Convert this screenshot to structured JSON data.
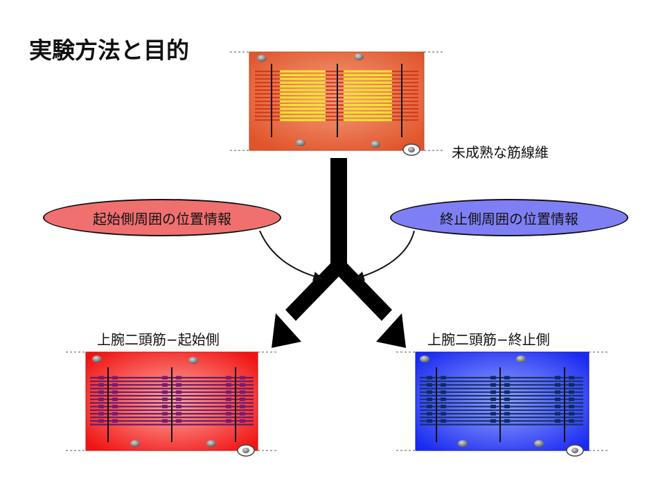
{
  "title": "実験方法と目的",
  "immature": {
    "label": "未成熟な筋線維"
  },
  "origin_info": {
    "label": "起始側周囲の位置情報",
    "fill": "#f07070"
  },
  "insertion_info": {
    "label": "終止側周囲の位置情報",
    "fill": "#7f7ff5"
  },
  "biceps_origin": {
    "label": "上腕二頭筋−起始側"
  },
  "biceps_insertion": {
    "label": "上腕二頭筋−終止側"
  },
  "colors": {
    "immature_fiber": "#e8643c",
    "origin_fiber": "#f01818",
    "insertion_fiber": "#1f2ff0",
    "arrow": "#000000"
  }
}
